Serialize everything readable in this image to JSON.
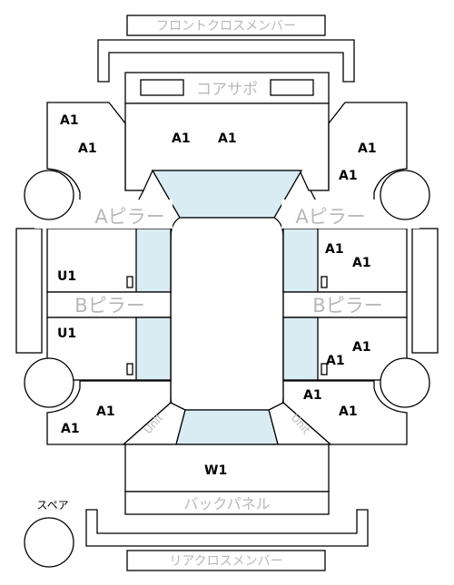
{
  "labels": {
    "front_cross_member": "フロントクロスメンバー",
    "core_support": "コアサポ",
    "a_pillar": "Aピラー",
    "b_pillar": "Bピラー",
    "unit": "Unit",
    "back_panel": "バックパネル",
    "rear_cross_member": "リアクロスメンバー",
    "spare": "スペア"
  },
  "codes": {
    "front_left_1": "A1",
    "front_left_2": "A1",
    "hood_left": "A1",
    "hood_right": "A1",
    "front_right_1": "A1",
    "front_right_2": "A1",
    "front_door_left": "U1",
    "rear_door_left": "U1",
    "front_door_right_1": "A1",
    "front_door_right_2": "A1",
    "rear_door_right_1": "A1",
    "rear_door_right_2": "A1",
    "rear_left_1": "A1",
    "rear_left_2": "A1",
    "rear_right_1": "A1",
    "rear_right_2": "A1",
    "trunk": "W1"
  }
}
